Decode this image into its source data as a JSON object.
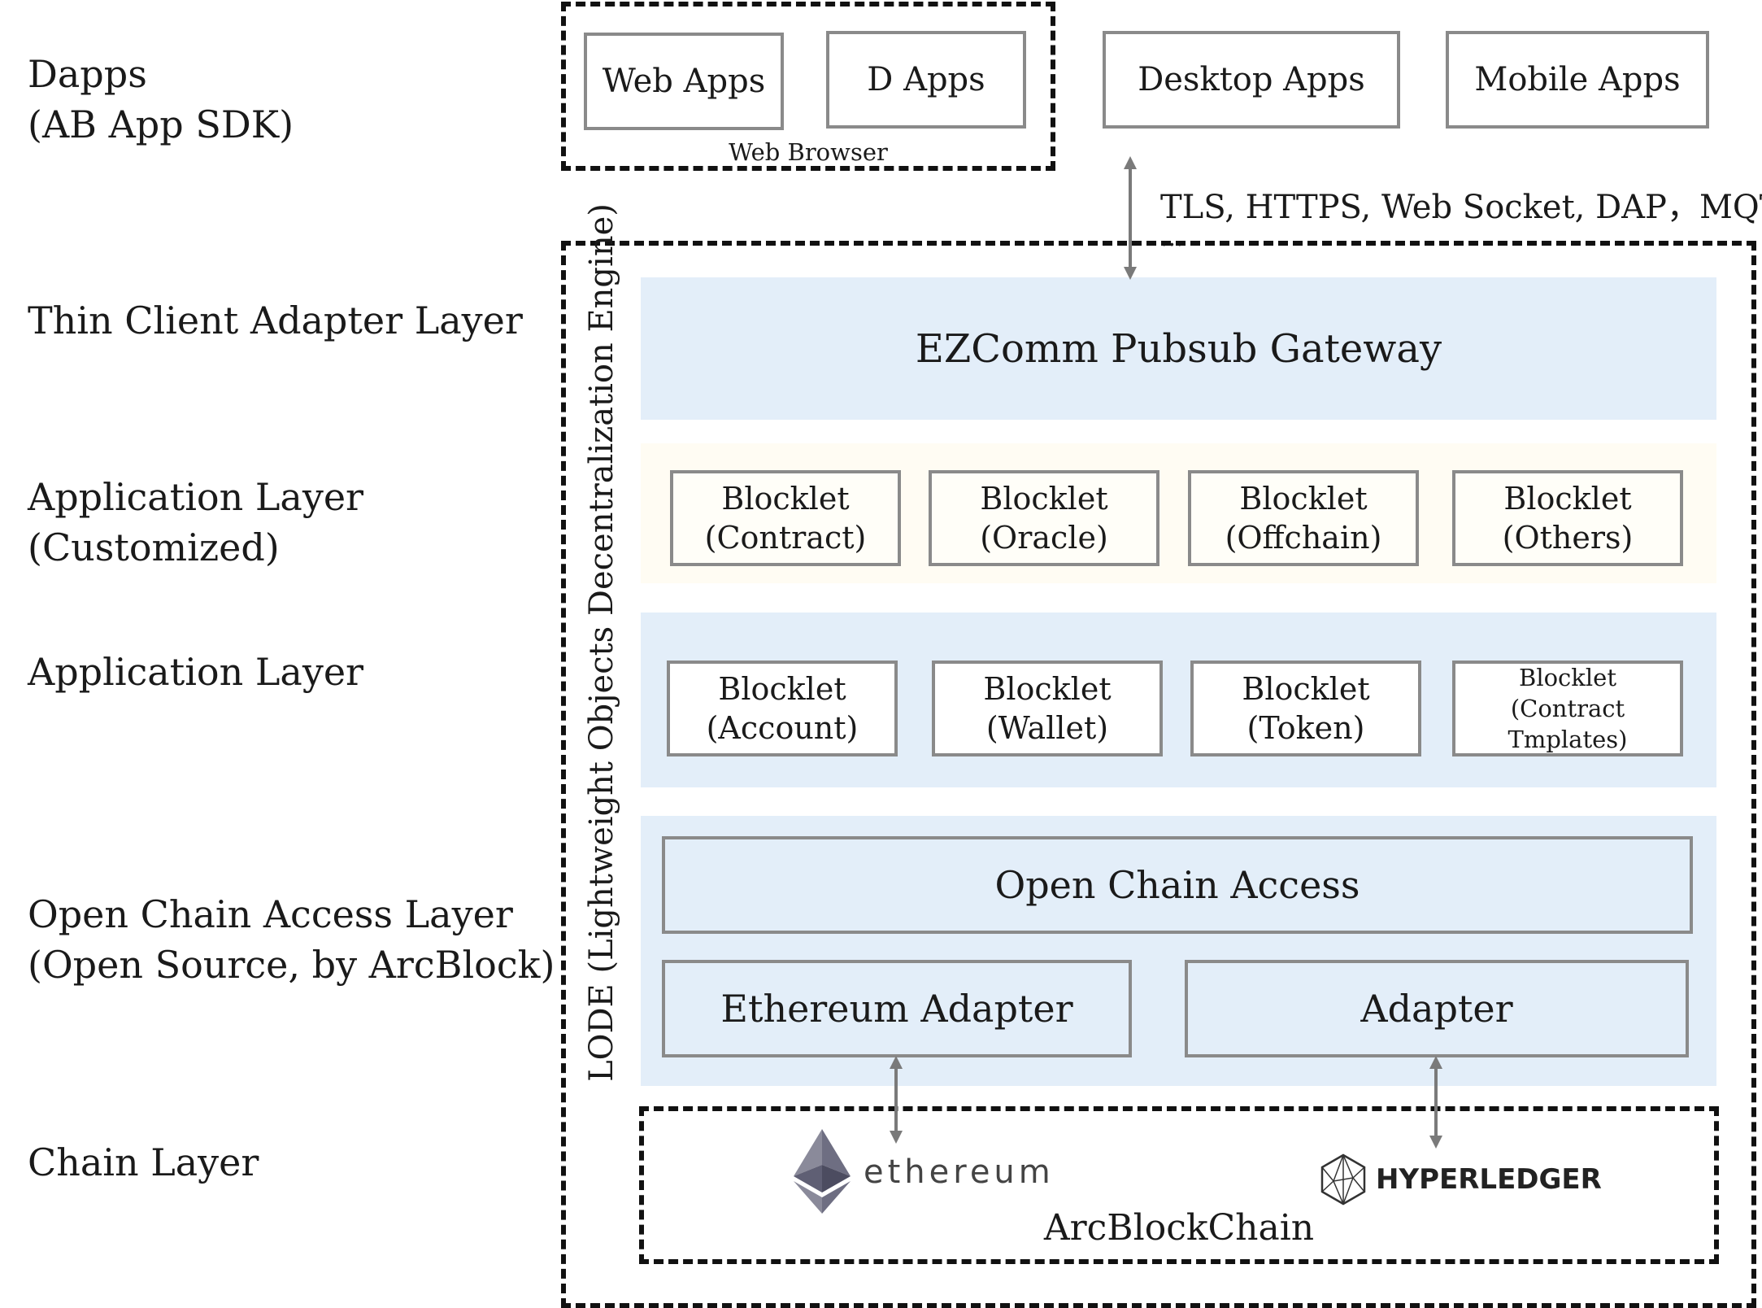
{
  "layers": {
    "dapps": "Dapps\n(AB App SDK)",
    "thin_client": "Thin Client Adapter Layer",
    "app_custom": "Application Layer\n(Customized)",
    "app": "Application Layer",
    "open_chain": "Open Chain Access Layer\n(Open Source, by ArcBlock)",
    "chain": "Chain Layer"
  },
  "dapps": {
    "web_apps": "Web Apps",
    "d_apps": "D Apps",
    "web_browser": "Web Browser",
    "desktop_apps": "Desktop Apps",
    "mobile_apps": "Mobile Apps"
  },
  "protocols": "TLS, HTTPS, Web Socket, DAP，MQTT",
  "protocols_more": "...",
  "lode_label": "LODE (Lightweight Objects Decentralization Engine)",
  "gateway": "EZComm Pubsub Gateway",
  "custom_blocklets": [
    {
      "title": "Blocklet",
      "sub": "(Contract)"
    },
    {
      "title": "Blocklet",
      "sub": "(Oracle)"
    },
    {
      "title": "Blocklet",
      "sub": "(Offchain)"
    },
    {
      "title": "Blocklet",
      "sub": "(Others)"
    }
  ],
  "app_blocklets": [
    {
      "title": "Blocklet",
      "sub": "(Account)"
    },
    {
      "title": "Blocklet",
      "sub": "(Wallet)"
    },
    {
      "title": "Blocklet",
      "sub": "(Token)"
    },
    {
      "title": "Blocklet",
      "sub": "(Contract",
      "sub2": "Tmplates)"
    }
  ],
  "open_chain_access": "Open Chain Access",
  "ethereum_adapter": "Ethereum Adapter",
  "adapter": "Adapter",
  "chain": {
    "ethereum": "ethereum",
    "hyperledger": "HYPERLEDGER",
    "arcblockchain": "ArcBlockChain"
  },
  "colors": {
    "band_blue": "#e3eef9",
    "band_cream": "#fffcf3",
    "box_border": "#8a8a8a",
    "arrow": "#7a7a7a"
  }
}
